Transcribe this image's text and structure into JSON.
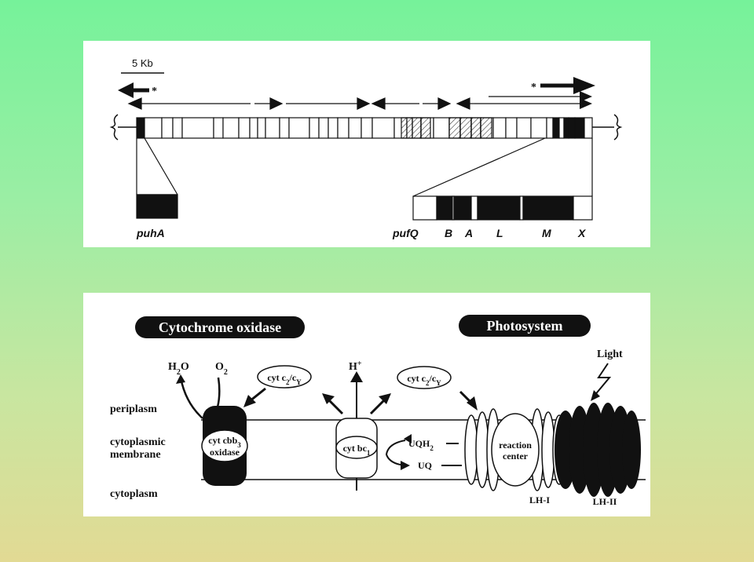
{
  "gene_map": {
    "scale_label": "5 Kb",
    "star_left": "*",
    "star_right": "*",
    "gene_labels": {
      "puhA": "puhA",
      "pufQ": "pufQ",
      "B": "B",
      "A": "A",
      "L": "L",
      "M": "M",
      "X": "X"
    }
  },
  "photo": {
    "cyt_oxidase_title": "Cytochrome oxidase",
    "photosystem_title": "Photosystem",
    "periplasm": "periplasm",
    "membrane_line1": "cytoplasmic",
    "membrane_line2": "membrane",
    "cytoplasm": "cytoplasm",
    "h2o": "H",
    "h2o_sub": "2",
    "h2o_end": "O",
    "o2": "O",
    "o2_sub": "2",
    "cyt_c_left": "cyt c",
    "cyt_c_left_sub": "2",
    "cyt_c_left_end": "/c",
    "cyt_c_left_y": "Y",
    "cyt_c_right": "cyt c",
    "cyt_c_right_sub": "2",
    "cyt_c_right_end": "/c",
    "cyt_c_right_y": "Y",
    "hplus": "H",
    "hplus_sup": "+",
    "cbb3_line1": "cyt cbb",
    "cbb3_sub": "3",
    "cbb3_line2": "oxidase",
    "bc1": "cyt bc",
    "bc1_sub": "1",
    "uqh2": "UQH",
    "uqh2_sub": "2",
    "uq": "UQ",
    "rc_line1": "reaction",
    "rc_line2": "center",
    "light": "Light",
    "lh1": "LH-I",
    "lh2": "LH-II"
  }
}
